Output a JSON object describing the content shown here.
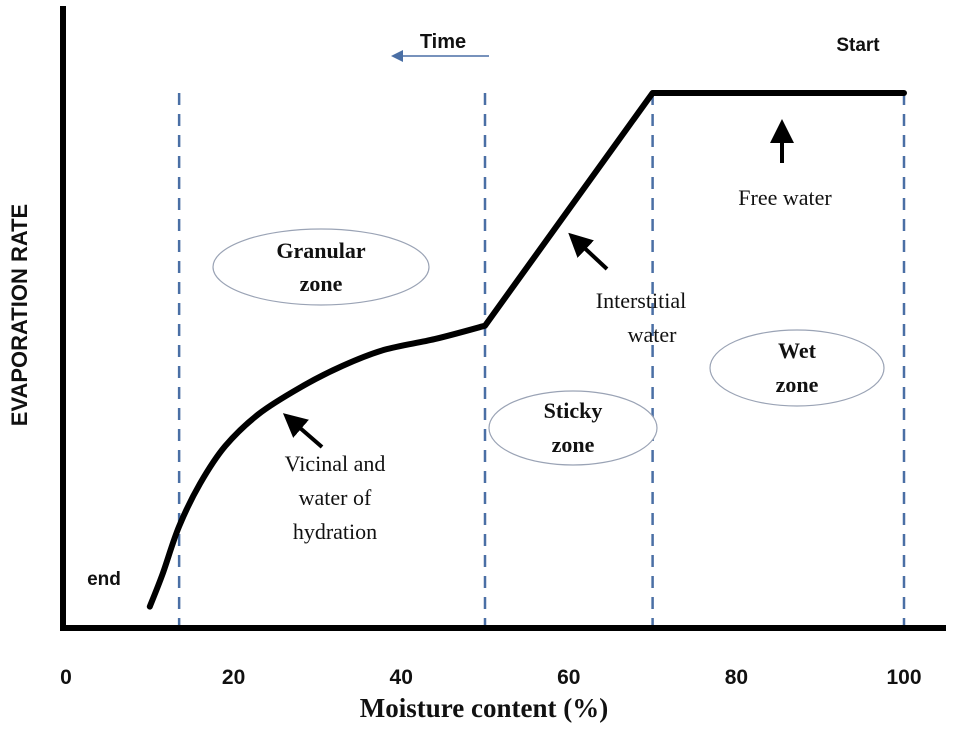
{
  "chart_data": {
    "type": "line",
    "xlabel": "Moisture content (%)",
    "ylabel": "EVAPORATION RATE",
    "xlim": [
      0,
      100
    ],
    "x_ticks": [
      "0",
      "20",
      "40",
      "60",
      "80",
      "100"
    ],
    "x_tick_values": [
      0,
      20,
      40,
      60,
      80,
      100
    ],
    "line_color": "#000000",
    "zone_boundary_color": "#4a6fa5",
    "zone_boundaries": [
      13.5,
      50,
      70,
      100
    ],
    "curve": {
      "x": [
        10,
        11.5,
        13.5,
        16,
        19,
        23,
        28,
        33,
        38,
        44,
        50,
        70,
        100
      ],
      "y": [
        0.04,
        0.1,
        0.19,
        0.27,
        0.34,
        0.4,
        0.45,
        0.49,
        0.52,
        0.54,
        0.565,
        1.0,
        1.0
      ]
    },
    "annotations": {
      "start": "Start",
      "end": "end",
      "time": "Time",
      "free_water": "Free water",
      "interstitial_1": "Interstitial",
      "interstitial_2": "water",
      "vicinal_1": "Vicinal and",
      "vicinal_2": "water of",
      "vicinal_3": "hydration"
    },
    "zones": {
      "granular_1": "Granular",
      "granular_2": "zone",
      "sticky_1": "Sticky",
      "sticky_2": "zone",
      "wet_1": "Wet",
      "wet_2": "zone"
    }
  }
}
